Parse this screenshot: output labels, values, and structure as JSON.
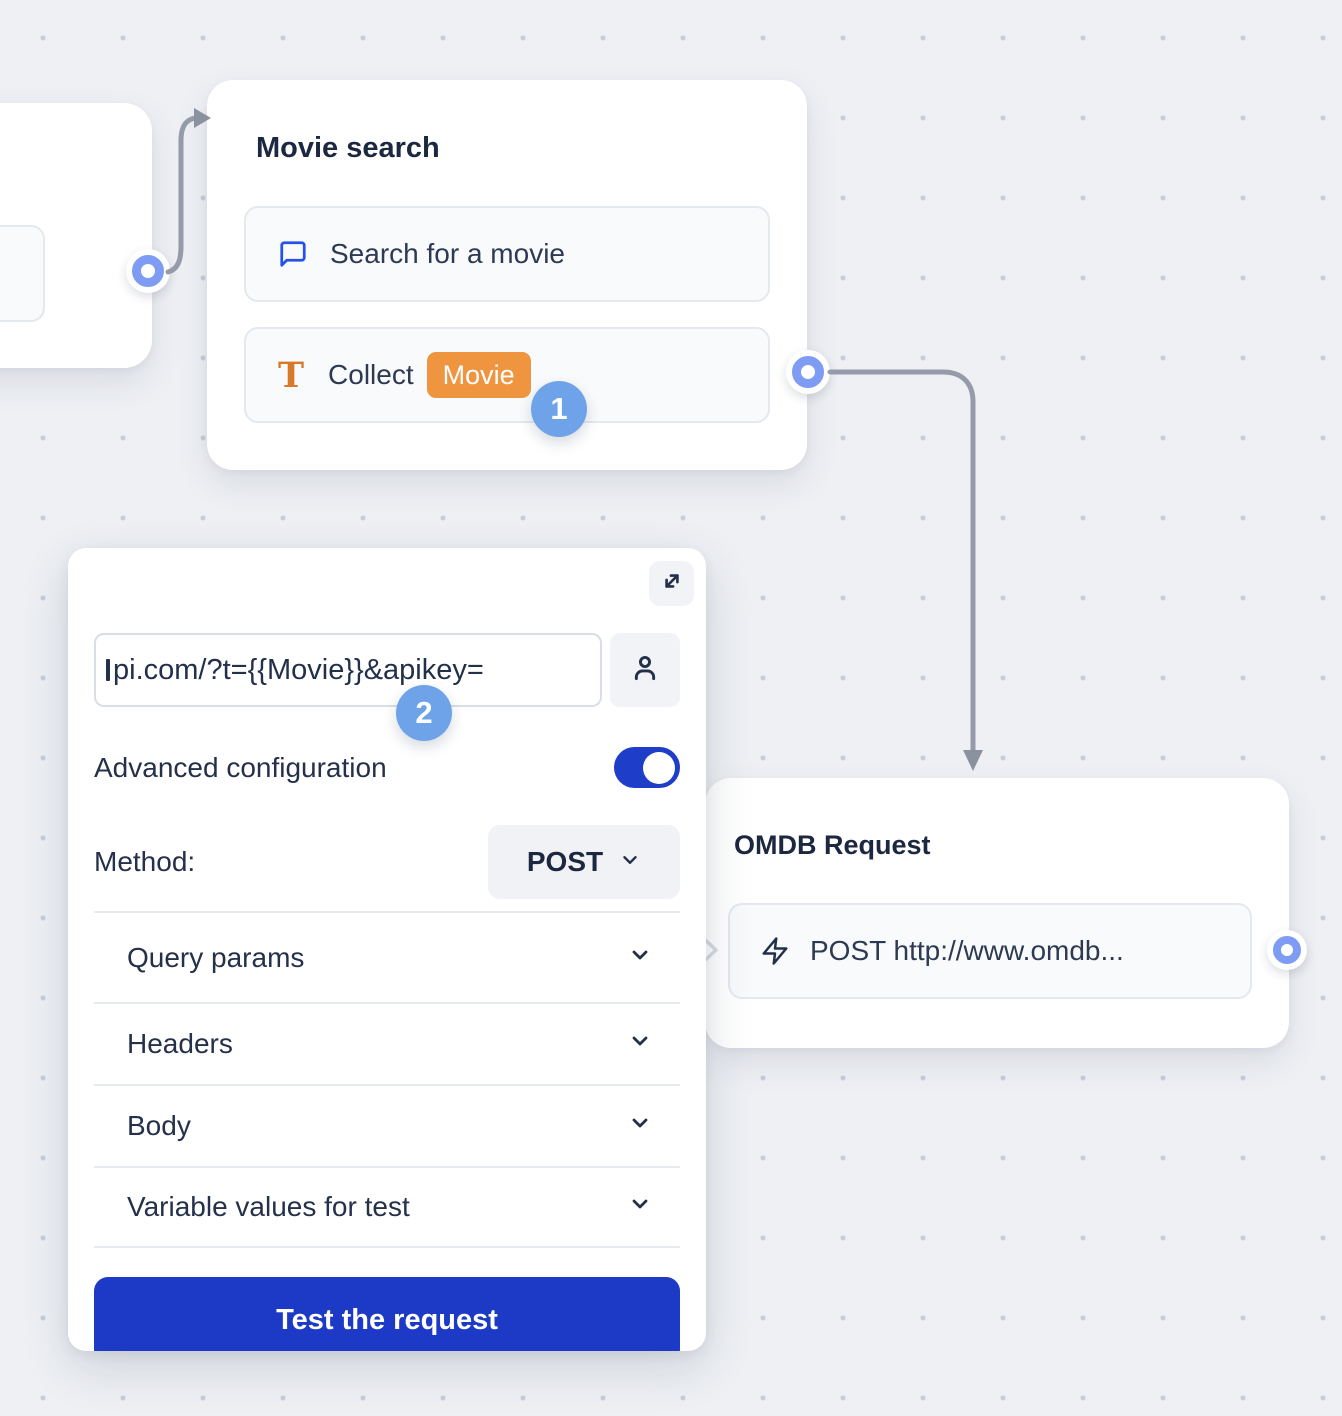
{
  "movie_node": {
    "title": "Movie search",
    "blocks": [
      {
        "icon": "chat-bubble-icon",
        "label": "Search for a movie"
      },
      {
        "icon": "text-input-icon",
        "label": "Collect",
        "tag": "Movie"
      }
    ]
  },
  "omdb_node": {
    "title": "OMDB Request",
    "block": {
      "icon": "lightning-icon",
      "label": "POST http://www.omdb..."
    }
  },
  "request_panel": {
    "expand_icon": "expand-diagonal-icon",
    "url_value": "pi.com/?t={{Movie}}&apikey=",
    "person_icon": "user-icon",
    "advanced_label": "Advanced configuration",
    "advanced_toggle_state": "on",
    "method_label": "Method:",
    "method_value": "POST",
    "sections": [
      "Query params",
      "Headers",
      "Body",
      "Variable values for test"
    ],
    "test_button_label": "Test the request"
  },
  "step_badges": {
    "one": "1",
    "two": "2"
  },
  "colors": {
    "canvas_bg": "#eef0f4",
    "grid_dot": "#c7cdd9",
    "accent_blue": "#1e3dc9",
    "button_blue": "#1c3ac6",
    "badge_blue": "#6fa3e9",
    "port_blue": "#7e9cf3",
    "icon_blue": "#2553e9",
    "tag_orange": "#f0953f",
    "t_icon_orange": "#d8782a",
    "connector_gray": "#959ba9",
    "title_text": "#1c2740",
    "body_text": "#2e3a52"
  }
}
